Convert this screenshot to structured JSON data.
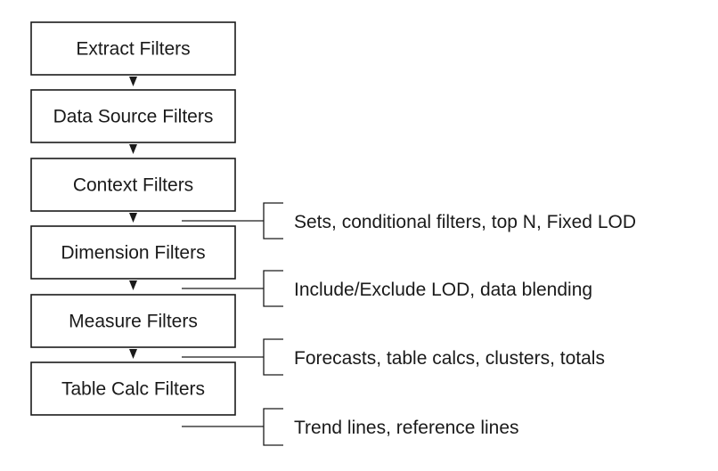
{
  "flow": {
    "boxes": [
      {
        "label": "Extract Filters"
      },
      {
        "label": "Data Source Filters"
      },
      {
        "label": "Context Filters"
      },
      {
        "label": "Dimension Filters"
      },
      {
        "label": "Measure Filters"
      },
      {
        "label": "Table Calc Filters"
      }
    ],
    "notes": [
      {
        "label": "Sets, conditional filters, top N, Fixed LOD"
      },
      {
        "label": "Include/Exclude LOD, data blending"
      },
      {
        "label": "Forecasts, table calcs, clusters, totals"
      },
      {
        "label": "Trend lines, reference lines"
      }
    ]
  },
  "colors": {
    "stroke": "#1a1a1a",
    "background": "#ffffff"
  }
}
